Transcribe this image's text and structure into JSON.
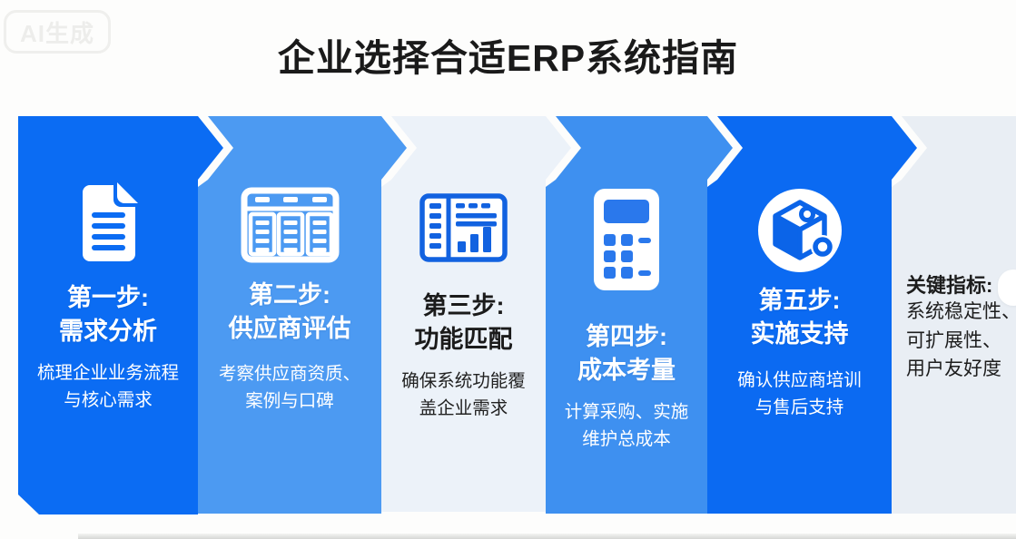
{
  "watermark": {
    "label": "AI生成"
  },
  "title": "企业选择合适ERP系统指南",
  "steps": [
    {
      "step_label": "第一步:",
      "step_name": "需求分析",
      "desc_line1": "梳理企业业务流程",
      "desc_line2": "与核心需求",
      "icon": "document-icon",
      "panel_color": "#0b6cf3",
      "text_color": "#ffffff"
    },
    {
      "step_label": "第二步:",
      "step_name": "供应商评估",
      "desc_line1": "考察供应商资质、",
      "desc_line2": "案例与口碑",
      "icon": "table-columns-icon",
      "panel_color": "#4c9af2",
      "text_color": "#ffffff"
    },
    {
      "step_label": "第三步:",
      "step_name": "功能匹配",
      "desc_line1": "确保系统功能覆",
      "desc_line2": "盖企业需求",
      "icon": "report-chart-icon",
      "panel_color": "#ecf2f9",
      "text_color": "#1b1b1b"
    },
    {
      "step_label": "第四步:",
      "step_name": "成本考量",
      "desc_line1": "计算采购、实施",
      "desc_line2": "维护总成本",
      "icon": "calculator-icon",
      "panel_color": "#3e90f0",
      "text_color": "#ffffff"
    },
    {
      "step_label": "第五步:",
      "step_name": "实施支持",
      "desc_line1": "确认供应商培训",
      "desc_line2": "与售后支持",
      "icon": "cube-package-icon",
      "panel_color": "#0b6af2",
      "text_color": "#ffffff"
    }
  ],
  "key_metrics": {
    "heading": "关键指标:",
    "items": [
      "系统稳定性、",
      "可扩展性、",
      "用户友好度"
    ],
    "panel_color": "#e9eef4",
    "text_color": "#1d1d1d"
  },
  "page": {
    "background": "#fdfdfc",
    "title_color": "#1a1a1a"
  }
}
